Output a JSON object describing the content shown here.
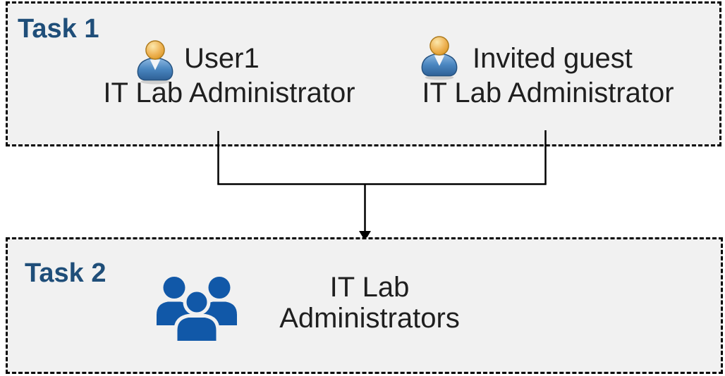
{
  "task1": {
    "label": "Task 1",
    "users": [
      {
        "name": "User1",
        "role": "IT Lab Administrator"
      },
      {
        "name": "Invited guest",
        "role": "IT Lab Administrator"
      }
    ]
  },
  "task2": {
    "label": "Task 2",
    "group_name": "IT Lab Administrators"
  },
  "icons": {
    "user": "user-icon",
    "group": "group-icon",
    "arrow": "arrow-down-icon"
  },
  "colors": {
    "task_label": "#1F4E79",
    "box_background": "#F1F1F1",
    "box_border": "#000000",
    "connector": "#000000",
    "text": "#1F1F1F",
    "group_icon_blue": "#1158A8",
    "user_icon_head": "#EFB558",
    "user_icon_body": "#4A86C0"
  }
}
